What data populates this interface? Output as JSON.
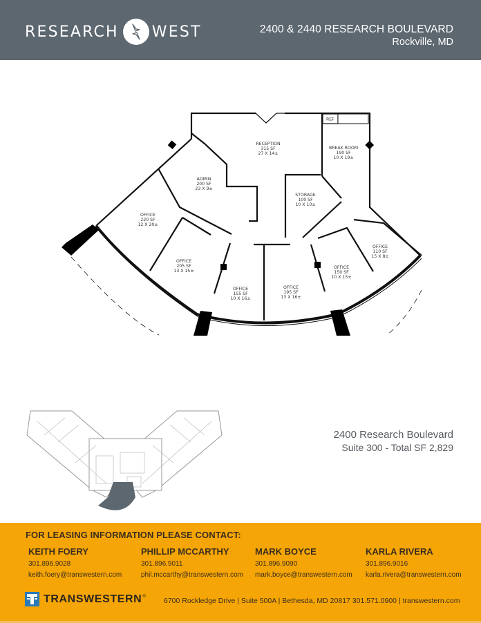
{
  "header": {
    "brand_left": "RESEARCH",
    "brand_right": "WEST",
    "brand_icon": "bird-icon",
    "title": "2400 & 2440 RESEARCH BOULEVARD",
    "subtitle": "Rockville, MD",
    "background_color": "#5d6770"
  },
  "floorplan": {
    "rooms": [
      {
        "name": "RECEPTION",
        "area": "315 SF",
        "dims": "27 X 14±"
      },
      {
        "name": "BREAK ROOM",
        "area": "190 SF",
        "dims": "10 X 19±"
      },
      {
        "name": "ADMIN",
        "area": "200 SF",
        "dims": "23 X 9±"
      },
      {
        "name": "STORAGE",
        "area": "100 SF",
        "dims": "10 X 10±"
      },
      {
        "name": "OFFICE",
        "area": "220 SF",
        "dims": "12 X 20±"
      },
      {
        "name": "OFFICE",
        "area": "205 SF",
        "dims": "13 X 15±"
      },
      {
        "name": "OFFICE",
        "area": "155 SF",
        "dims": "10 X 16±"
      },
      {
        "name": "OFFICE",
        "area": "195 SF",
        "dims": "13 X 16±"
      },
      {
        "name": "OFFICE",
        "area": "150 SF",
        "dims": "10 X 15±"
      },
      {
        "name": "OFFICE",
        "area": "110 SF",
        "dims": "15 X 8±"
      }
    ],
    "ref_label": "REF"
  },
  "keyplan": {
    "highlight_color": "#5d6770"
  },
  "suite": {
    "address": "2400 Research Boulevard",
    "total": "Suite 300 - Total SF 2,829"
  },
  "footer": {
    "heading": "FOR LEASING INFORMATION PLEASE CONTACT:",
    "contacts": [
      {
        "name": "KEITH FOERY",
        "phone": "301.896.9028",
        "email": "keith.foery@transwestern.com"
      },
      {
        "name": "PHILLIP MCCARTHY",
        "phone": "301.896.9011",
        "email": "phil.mccarthy@transwestern.com"
      },
      {
        "name": "MARK BOYCE",
        "phone": "301.896.9090",
        "email": "mark.boyce@transwestern.com"
      },
      {
        "name": "KARLA RIVERA",
        "phone": "301.896.9016",
        "email": "karla.rivera@transwestern.com"
      }
    ],
    "company": "TRANSWESTERN",
    "registered": "®",
    "address_line": "6700 Rockledge Drive  |  Suite 500A  |  Bethesda, MD 20817 301.571.0900  |  transwestern.com",
    "background_color": "#f5a505"
  }
}
